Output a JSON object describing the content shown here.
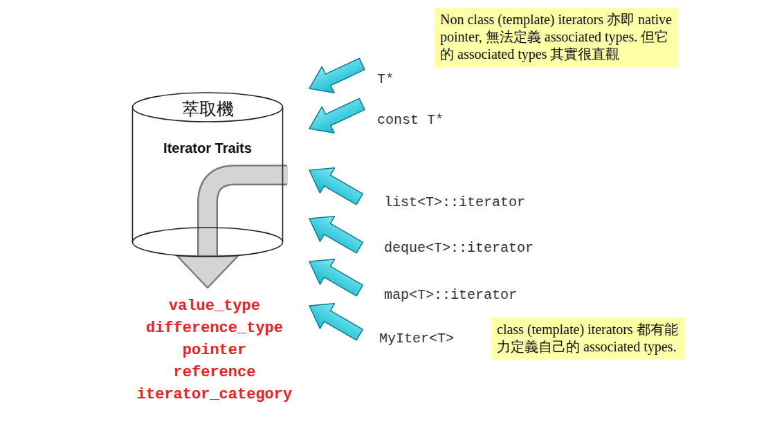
{
  "diagram": {
    "nodes": [
      {
        "text": [
          "萃取機",
          "Iterator Traits"
        ]
      },
      {
        "text": [
          "Non class (template) iterators 亦即 native pointer, 無法定義 associated types. 但它的 associated types 其實很直觀"
        ]
      },
      {
        "text": [
          "class (template) iterators 都有能力定義自己的 associated types."
        ]
      }
    ],
    "edges": [],
    "labels": [
      "T*",
      "const T*",
      "list<T>::iterator",
      "deque<T>::iterator",
      "map<T>::iterator",
      "MyIter<T>",
      "value_type",
      "difference_type",
      "pointer",
      "reference",
      "iterator_category"
    ]
  }
}
